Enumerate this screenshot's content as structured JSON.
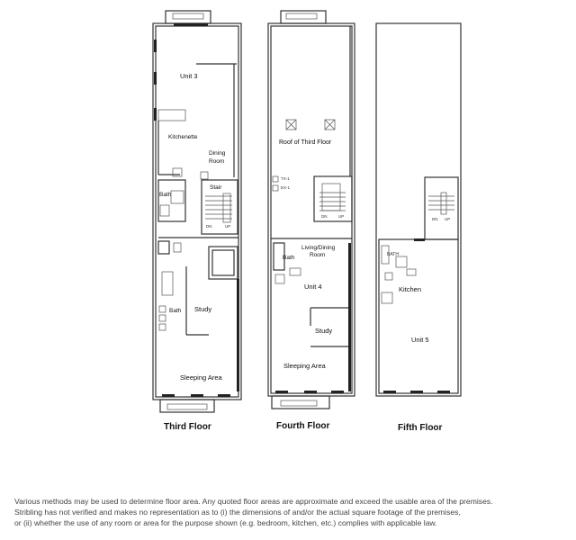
{
  "floors": {
    "third": {
      "caption": "Third Floor",
      "rooms": [
        "Unit 3",
        "Kitchenette",
        "Dining",
        "Room",
        "Bath",
        "Stair",
        "Study",
        "Bath",
        "Sleeping Area"
      ],
      "stair": [
        "DN",
        "UP"
      ]
    },
    "fourth": {
      "caption": "Fourth Floor",
      "rooms": [
        "Roof of Third Floor",
        "TX-1",
        "EX-1",
        "Living/Dining",
        "Room",
        "Bath",
        "Unit 4",
        "Study",
        "Sleeping Area"
      ],
      "stair": [
        "DN",
        "UP"
      ]
    },
    "fifth": {
      "caption": "Fifth Floor",
      "rooms": [
        "BATH",
        "Kitchen",
        "Unit 5"
      ],
      "stair": [
        "DN",
        "UP"
      ]
    }
  },
  "disclaimer": [
    "Various methods may be used to determine floor area.  Any quoted floor areas are approximate and exceed the usable area of the premises.",
    "Stribling has not verified and makes no representation as to (i) the dimensions of and/or the actual square footage of the premises,",
    "or (ii) whether the use of any room or area for the purpose shown (e.g. bedroom, kitchen, etc.) complies with applicable law."
  ]
}
